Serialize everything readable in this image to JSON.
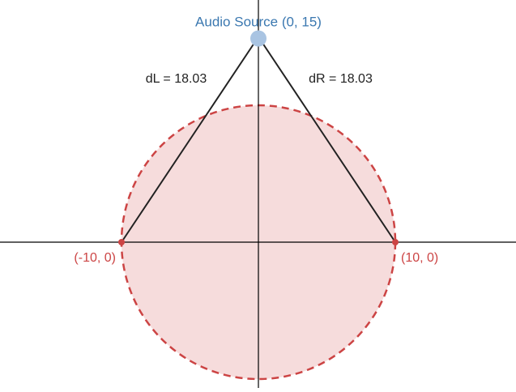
{
  "colors": {
    "axis": "#000000",
    "circle_stroke": "#cc4444",
    "circle_fill": "#f5d8d8",
    "source_label": "#3b78b0",
    "source_marker": "#a9c4e2",
    "mic_label": "#cc4444",
    "mic_marker": "#cc4444",
    "distance_label": "#222222",
    "triangle_lines": "#222222"
  },
  "source": {
    "label": "Audio Source (0, 15)",
    "x": 0,
    "y": 15
  },
  "microphones": {
    "left": {
      "label": "(-10, 0)",
      "x": -10,
      "y": 0
    },
    "right": {
      "label": "(10, 0)",
      "x": 10,
      "y": 0
    }
  },
  "circle": {
    "cx": 0,
    "cy": 0,
    "r": 10
  },
  "distances": {
    "left_label": "dL = 18.03",
    "right_label": "dR = 18.03"
  }
}
